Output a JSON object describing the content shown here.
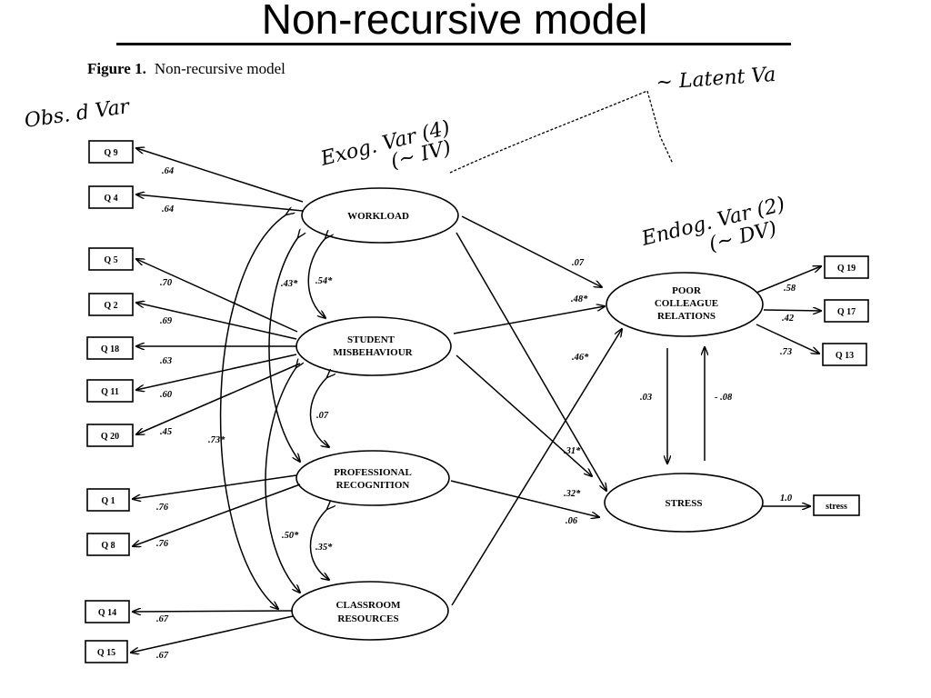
{
  "slide": {
    "title": "Non-recursive model"
  },
  "figure": {
    "caption_label": "Figure 1.",
    "caption_text": "Non-recursive model"
  },
  "latent": {
    "workload": [
      "WORKLOAD"
    ],
    "student": [
      "STUDENT",
      "MISBEHAVIOUR"
    ],
    "professional": [
      "PROFESSIONAL",
      "RECOGNITION"
    ],
    "classroom": [
      "CLASSROOM",
      "RESOURCES"
    ],
    "poor": [
      "POOR",
      "COLLEAGUE",
      "RELATIONS"
    ],
    "stress": [
      "STRESS"
    ]
  },
  "observed": {
    "q9": "Q 9",
    "q4": "Q 4",
    "q5": "Q 5",
    "q2": "Q 2",
    "q18": "Q 18",
    "q11": "Q 11",
    "q20": "Q 20",
    "q1": "Q 1",
    "q8": "Q 8",
    "q14": "Q 14",
    "q15": "Q 15",
    "q19": "Q 19",
    "q17": "Q 17",
    "q13": "Q 13",
    "stressbox": "stress"
  },
  "loadings": {
    "q9": ".64",
    "q4": ".64",
    "q5": ".70",
    "q2": ".69",
    "q18": ".63",
    "q11": ".60",
    "q20": ".45",
    "q1": ".76",
    "q8": ".76",
    "q14": ".67",
    "q15": ".67",
    "q19": ".58",
    "q17": ".42",
    "q13": ".73",
    "stressbox": "1.0"
  },
  "correlations": {
    "w_s_outer": ".43*",
    "w_s_inner": ".54*",
    "s_p": ".07",
    "p_c_outer": ".50*",
    "p_c_inner": ".35*",
    "w_c": ".73*"
  },
  "paths": {
    "w_poor": ".07",
    "s_poor": ".48*",
    "c_poor": ".46*",
    "s_stress": ".31*",
    "w_stress": ".32*",
    "p_stress": ".06",
    "poor_stress": ".03",
    "stress_poor": "- .08"
  },
  "annotations": {
    "obs": "Obs. d Var",
    "exog1": "Exog. Var (4)",
    "exog2": "(~ IV)",
    "endog1": "Endog. Var (2)",
    "endog2": "(~ DV)",
    "latent": "~ Latent Va"
  }
}
